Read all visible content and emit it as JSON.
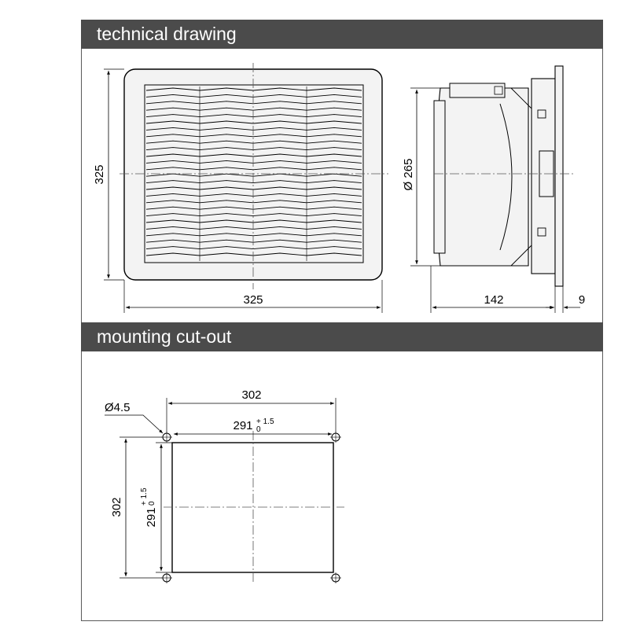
{
  "sections": {
    "technical_drawing": {
      "title": "technical drawing"
    },
    "mounting_cutout": {
      "title": "mounting cut-out"
    }
  },
  "front_view": {
    "height_label": "325",
    "width_label": "325"
  },
  "side_view": {
    "diameter_label": "Ø 265",
    "depth_label": "142",
    "flange_label": "9"
  },
  "cutout": {
    "hole_label": "Ø4.5",
    "outer_width_label": "302",
    "inner_width_label": "291",
    "inner_tol_upper": "+ 1.5",
    "inner_tol_lower": "0",
    "outer_height_label": "302",
    "inner_height_label": "291",
    "inner_height_tol_upper": "+ 1.5",
    "inner_height_tol_lower": "0"
  },
  "colors": {
    "header_bg": "#4b4b4b",
    "header_text": "#ffffff",
    "part_fill": "#f3f3f3",
    "line": "#000000"
  }
}
